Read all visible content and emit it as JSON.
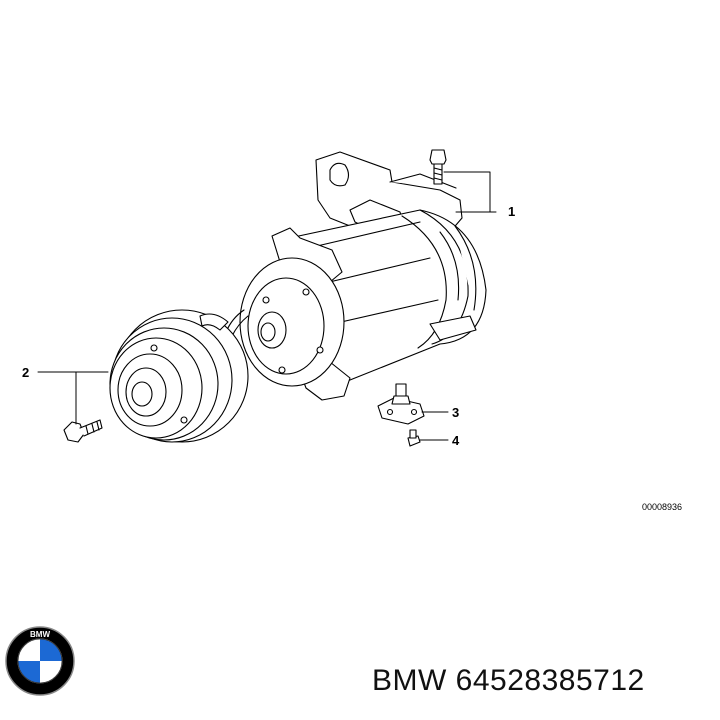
{
  "callouts": [
    {
      "id": "1"
    },
    {
      "id": "2"
    },
    {
      "id": "3"
    },
    {
      "id": "4"
    }
  ],
  "drawing_number": "00008936",
  "caption": {
    "brand": "BMW",
    "part_number": "64528385712"
  },
  "logo": {
    "text": "BMW",
    "colors": {
      "blue": "#1c69d4",
      "white": "#ffffff",
      "black": "#000000"
    }
  },
  "icons": [
    "compressor-body-drawing",
    "clutch-pulley-drawing",
    "bolt-icon",
    "relief-valve-icon",
    "screw-icon",
    "bmw-roundel-logo"
  ]
}
